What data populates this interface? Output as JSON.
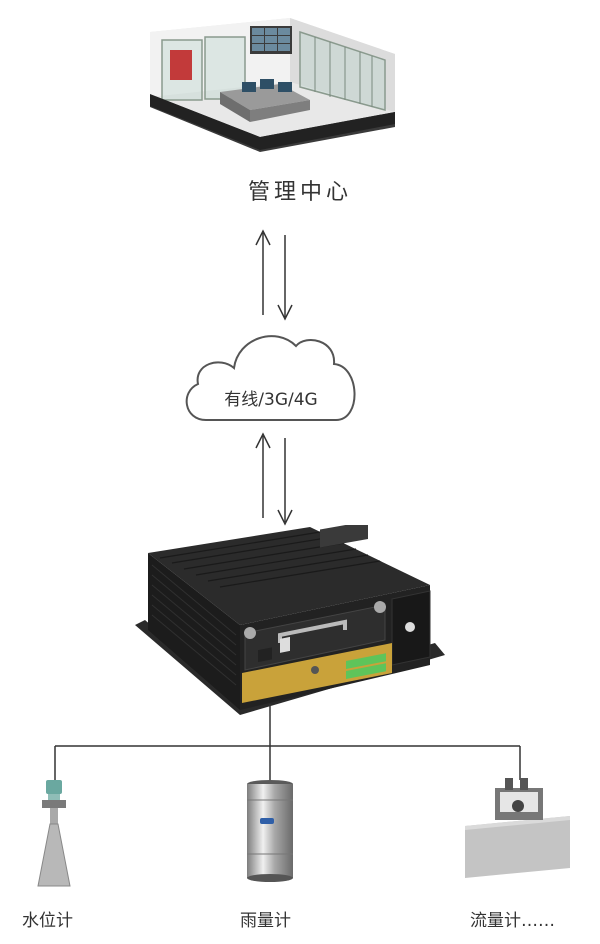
{
  "center": {
    "label": "管理中心"
  },
  "network": {
    "label": "有线/3G/4G"
  },
  "sensors": [
    {
      "label": "水位计",
      "icon": "radar-level-sensor-icon"
    },
    {
      "label": "雨量计",
      "icon": "rain-gauge-icon"
    },
    {
      "label": "流量计……",
      "icon": "flow-meter-icon"
    }
  ],
  "colors": {
    "line": "#333333",
    "device_body": "#1c1c1c",
    "panel": "#c9a23a",
    "terminal_green": "#5ec45a"
  }
}
